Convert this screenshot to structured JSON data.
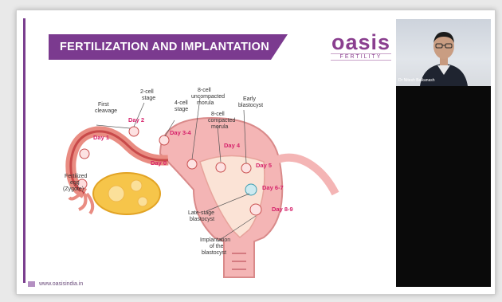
{
  "slide": {
    "title": "FERTILIZATION AND IMPLANTATION",
    "logo_word": "oasis",
    "logo_sub": "FERTILITY",
    "footer_url": "www.oasisindia.in",
    "labels": {
      "day1": "Day 1",
      "day2": "Day 2",
      "day0": "Day 0",
      "day34": "Day 3-4",
      "day4": "Day 4",
      "day5": "Day 5",
      "day67": "Day 6-7",
      "day89": "Day 8-9",
      "first_cleavage_1": "First",
      "first_cleavage_2": "cleavage",
      "two_cell_1": "2-cell",
      "two_cell_2": "stage",
      "four_cell_1": "4-cell",
      "four_cell_2": "stage",
      "uncompacted_1": "8-cell",
      "uncompacted_2": "uncompacted",
      "uncompacted_3": "morula",
      "compacted_1": "8-cell",
      "compacted_2": "compacted",
      "compacted_3": "morula",
      "early_blast_1": "Early",
      "early_blast_2": "blastocyst",
      "fertilized_1": "Fertilized",
      "fertilized_2": "egg",
      "fertilized_3": "(Zygote)",
      "late_blast_1": "Late-stage",
      "late_blast_2": "blastocyst",
      "implant_1": "Implantation",
      "implant_2": "of the",
      "implant_3": "blastocyst"
    }
  },
  "video": {
    "presenter_name": "Dr Nitesh Balkanash"
  },
  "colors": {
    "brand_purple": "#7b3a8f",
    "day_label": "#d6226b",
    "uterus": "#f4b5b5",
    "ovary": "#f6c54a"
  }
}
